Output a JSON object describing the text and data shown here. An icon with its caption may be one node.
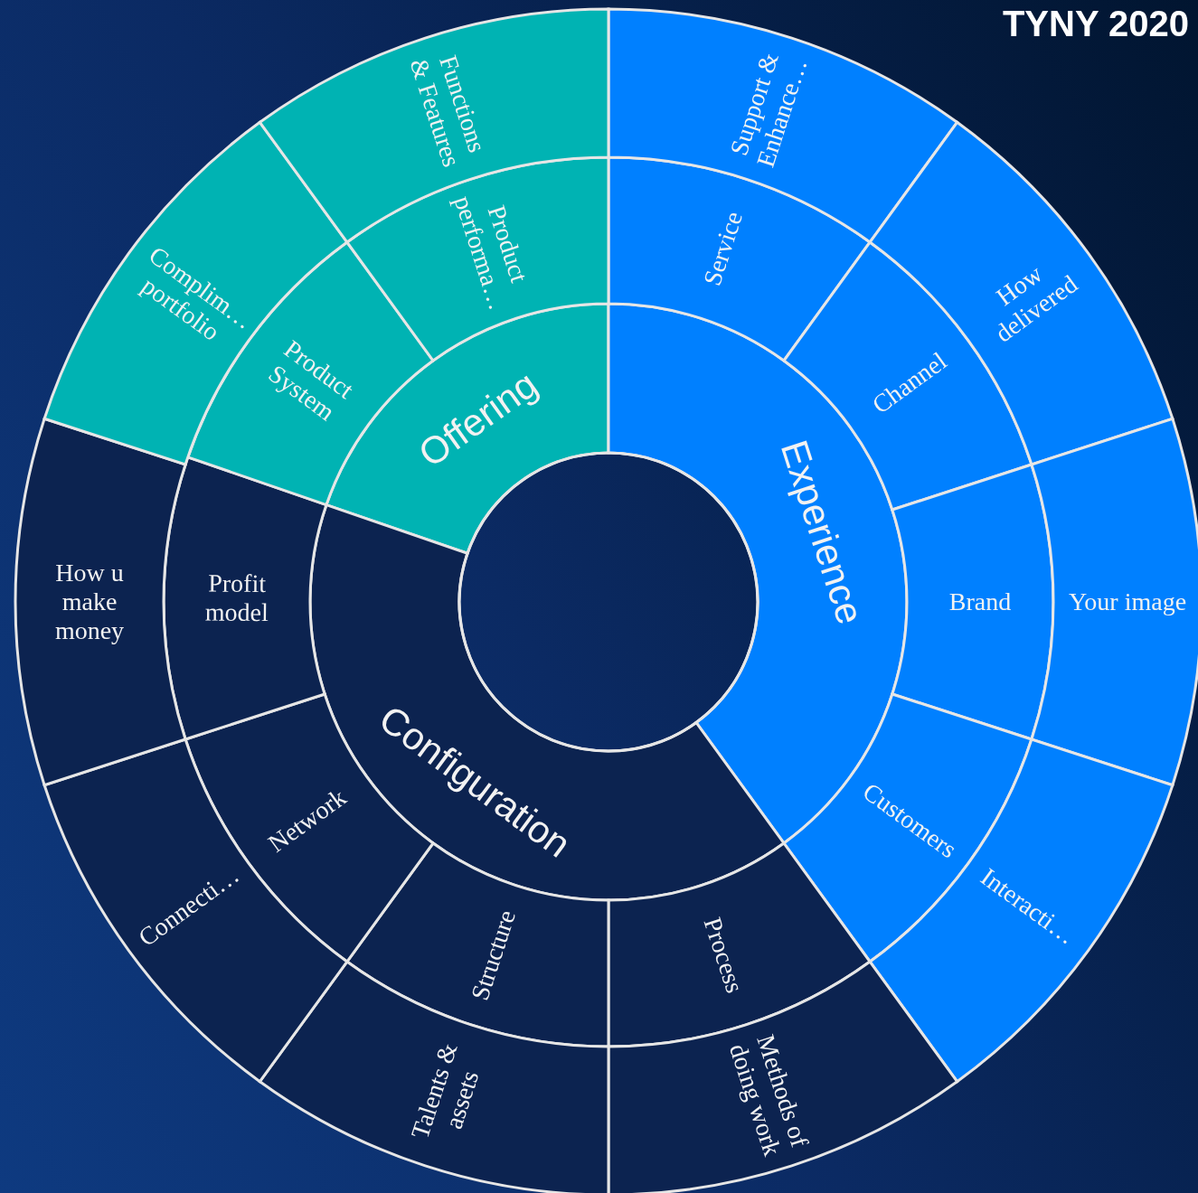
{
  "diagram": {
    "nodes": [
      {
        "text": [
          "Offering"
        ]
      },
      {
        "text": [
          "Experience"
        ]
      },
      {
        "text": [
          "Configuration"
        ]
      },
      {
        "text": [
          "Service"
        ]
      },
      {
        "text": [
          "Channel"
        ]
      },
      {
        "text": [
          "Brand"
        ]
      },
      {
        "text": [
          "Customers"
        ]
      },
      {
        "text": [
          "Process"
        ]
      },
      {
        "text": [
          "Structure"
        ]
      },
      {
        "text": [
          "Network"
        ]
      },
      {
        "text": [
          "Profit model"
        ]
      },
      {
        "text": [
          "Product System"
        ]
      },
      {
        "text": [
          "Product performa…"
        ]
      },
      {
        "text": [
          "Support & Enhance…"
        ]
      },
      {
        "text": [
          "How delivered"
        ]
      },
      {
        "text": [
          "Your image"
        ]
      },
      {
        "text": [
          "Interacti…"
        ]
      },
      {
        "text": [
          "Methods of doing work"
        ]
      },
      {
        "text": [
          "Talents & assets"
        ]
      },
      {
        "text": [
          "Connecti…"
        ]
      },
      {
        "text": [
          "How u make money"
        ]
      },
      {
        "text": [
          "Complim… portfolio"
        ]
      },
      {
        "text": [
          "Functions & Features"
        ]
      },
      {
        "text": [],
        "shape": "circle"
      }
    ],
    "labels": [
      "TYNY 2020"
    ]
  }
}
